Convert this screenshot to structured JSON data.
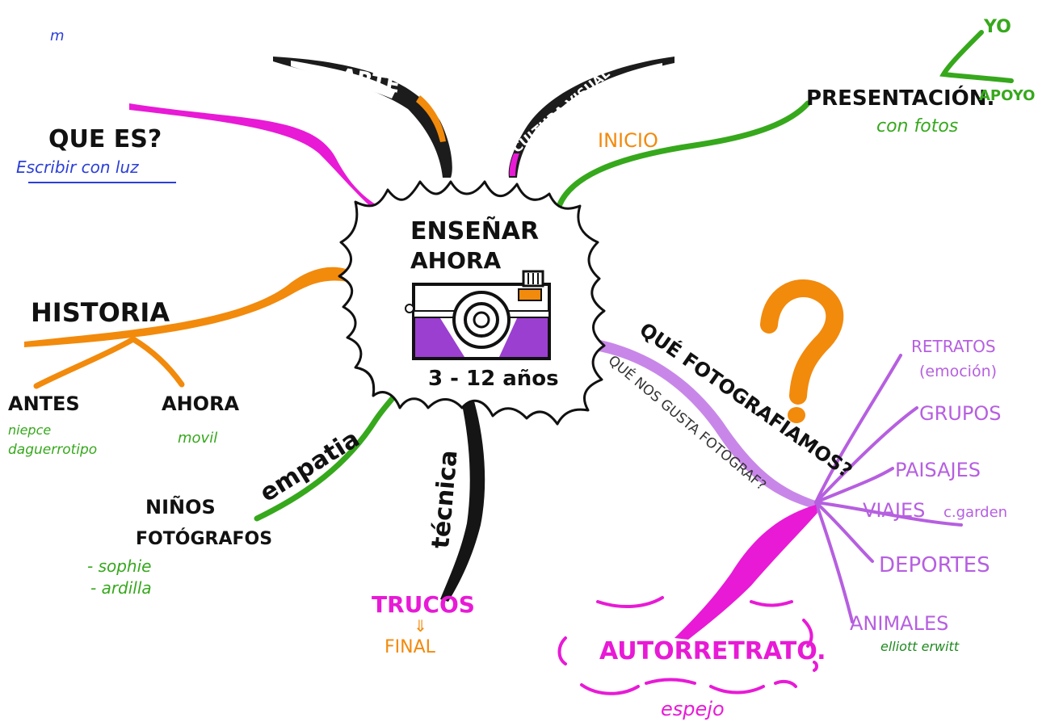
{
  "colors": {
    "ink": "#111111",
    "magenta": "#e81ad6",
    "orange": "#f28a0c",
    "green": "#36a81c",
    "purple": "#b65fe0",
    "violet_fill": "#9b3fd0",
    "blue": "#2b3fd8",
    "dark_green": "#1f8a1f"
  },
  "center": {
    "title_line1": "ENSEÑAR",
    "title_line2": "AHORA",
    "ages": "3 - 12 años",
    "icon": "camera-icon"
  },
  "corner_mark": "m",
  "branches": {
    "arte": "ARTE",
    "cultura_visual": "CULTURA VISUAL",
    "que_es": "QUE ES?",
    "que_es_note": "Escribir con luz",
    "inicio": "INICIO",
    "presentacion": "PRESENTACIÓN.",
    "presentacion_note": "con fotos",
    "yo": "YO",
    "apoyo": "APOYO",
    "historia": "HISTORIA",
    "antes": "ANTES",
    "antes_note_1": "niepce",
    "antes_note_2": "daguerrotipo",
    "ahora": "AHORA",
    "ahora_note": "movil",
    "empatia": "empatia",
    "ninos": "NIÑOS",
    "fotografos": "FOTÓGRAFOS",
    "ninos_note_1": "- sophie",
    "ninos_note_2": "- ardilla",
    "tecnica": "técnica",
    "trucos": "TRUCOS",
    "trucos_arrow": "⇓",
    "final": "FINAL",
    "que_fotografiamos": "QUÉ FOTOGRAFIAMOS?",
    "que_nos_gusta": "QUÉ NOS GUSTA FOTOGRAF?",
    "question_mark": "?",
    "autorretrato": "AUTORRETRATO.",
    "espejo": "espejo"
  },
  "subjects": [
    {
      "label": "RETRATOS",
      "note": "(emoción)"
    },
    {
      "label": "GRUPOS",
      "note": ""
    },
    {
      "label": "PAISAJES",
      "note": ""
    },
    {
      "label": "VIAJES",
      "note": "c.garden"
    },
    {
      "label": "DEPORTES",
      "note": ""
    },
    {
      "label": "ANIMALES",
      "note": "elliott erwitt"
    }
  ]
}
